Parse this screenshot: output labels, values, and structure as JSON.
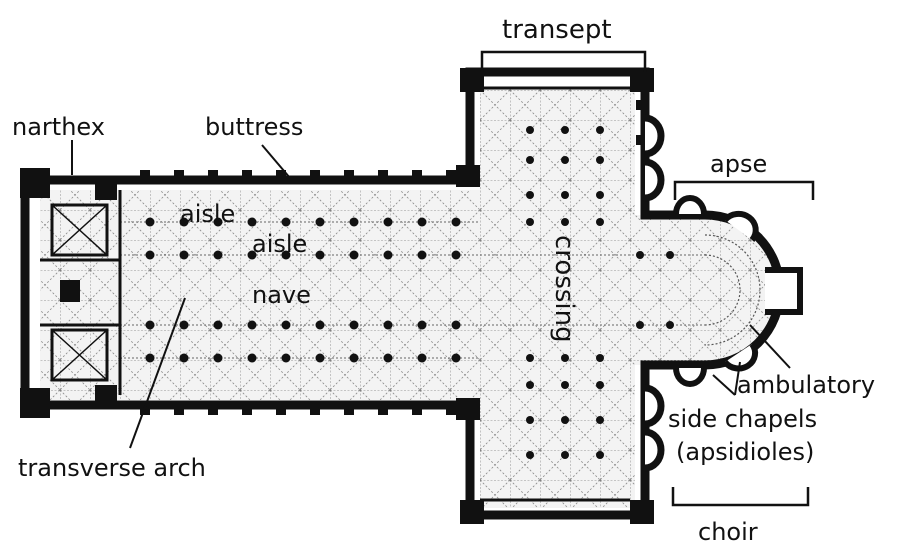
{
  "labels": {
    "transept": "transept",
    "narthex": "narthex",
    "buttress": "buttress",
    "apse": "apse",
    "aisle_upper": "aisle",
    "aisle_lower": "aisle",
    "nave": "nave",
    "crossing": "crossing",
    "ambulatory": "ambulatory",
    "side_chapels": "side chapels",
    "apsidioles": "(apsidioles)",
    "transverse_arch": "transverse arch",
    "choir": "choir"
  },
  "colors": {
    "wall": "#111111",
    "background": "#ffffff",
    "floor": "#f4f4f4"
  }
}
